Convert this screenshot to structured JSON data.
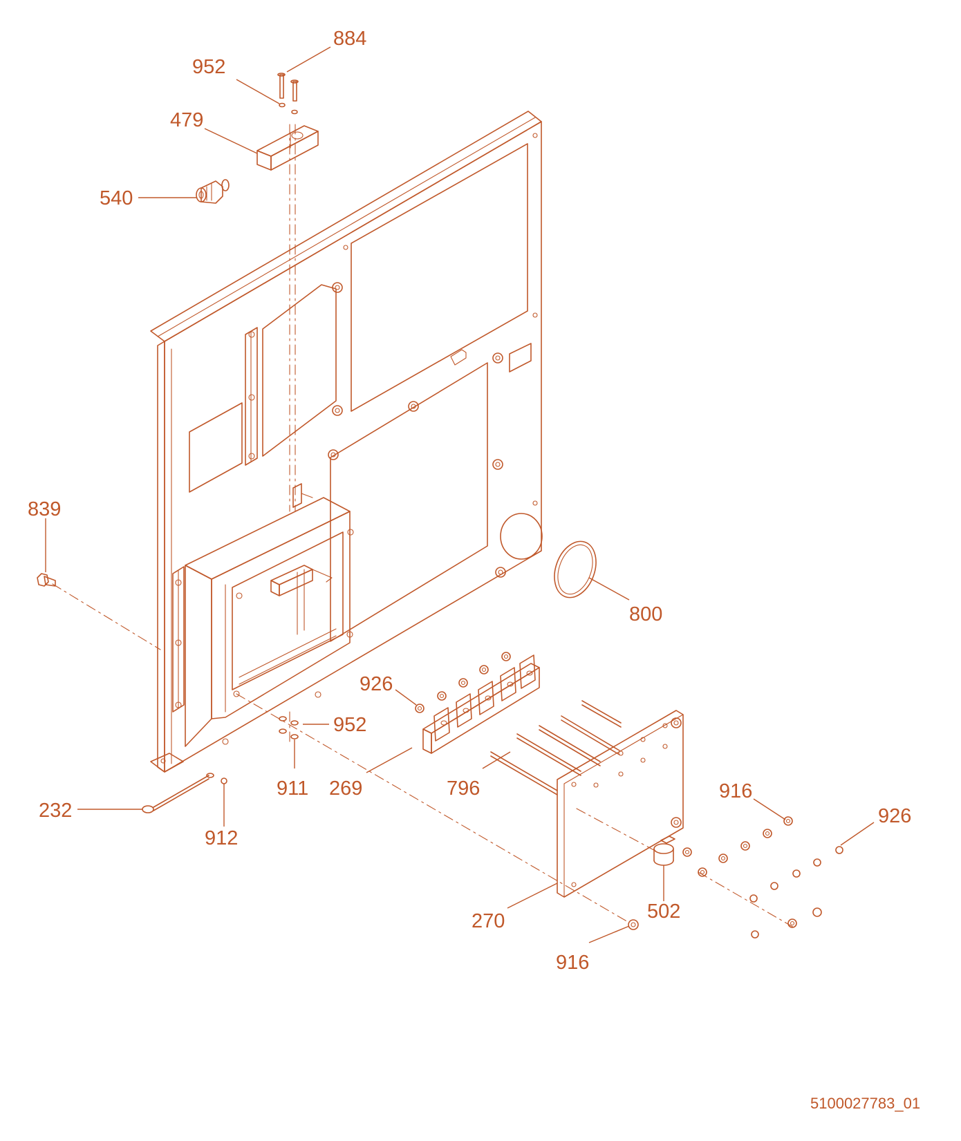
{
  "diagram": {
    "parts": [
      {
        "id": "p884",
        "number": "884"
      },
      {
        "id": "p952a",
        "number": "952"
      },
      {
        "id": "p479",
        "number": "479"
      },
      {
        "id": "p540",
        "number": "540"
      },
      {
        "id": "p839",
        "number": "839"
      },
      {
        "id": "p800",
        "number": "800"
      },
      {
        "id": "p926a",
        "number": "926"
      },
      {
        "id": "p952b",
        "number": "952"
      },
      {
        "id": "p911",
        "number": "911"
      },
      {
        "id": "p269",
        "number": "269"
      },
      {
        "id": "p796",
        "number": "796"
      },
      {
        "id": "p916a",
        "number": "916"
      },
      {
        "id": "p926b",
        "number": "926"
      },
      {
        "id": "p232",
        "number": "232"
      },
      {
        "id": "p912",
        "number": "912"
      },
      {
        "id": "p270",
        "number": "270"
      },
      {
        "id": "p502",
        "number": "502"
      },
      {
        "id": "p916b",
        "number": "916"
      }
    ],
    "document_id": "5100027783_01",
    "line_color": "#c0582a"
  }
}
